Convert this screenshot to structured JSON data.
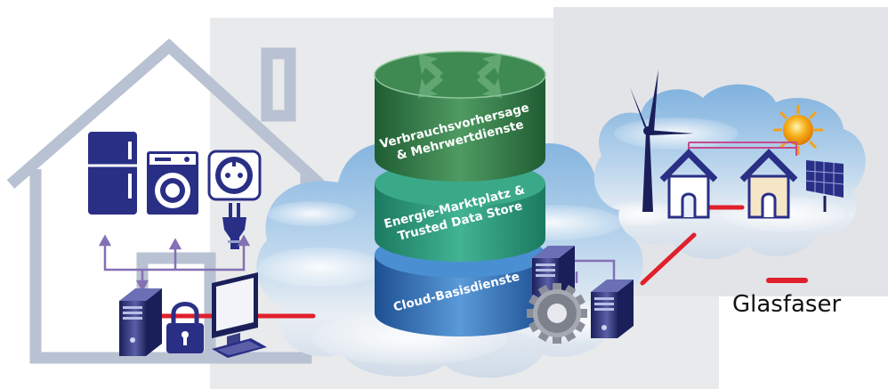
{
  "stack": {
    "layers": [
      {
        "id": "top",
        "lines": [
          "Verbrauchsvorhersage",
          "& Mehrwertdienste"
        ],
        "color": "#2f7a45"
      },
      {
        "id": "middle",
        "lines": [
          "Energie-Marktplatz &",
          "Trusted Data Store"
        ],
        "color": "#2d9a7c"
      },
      {
        "id": "bottom",
        "lines": [
          "Cloud-Basisdienste"
        ],
        "color": "#2f6fb8"
      }
    ]
  },
  "legend": {
    "label": "Glasfaser",
    "line_color": "#e0202c"
  },
  "colors": {
    "house_outline": "#b9c2d2",
    "panel_gray": "#e2e3e6",
    "appliance_navy": "#2a2f86",
    "connector_purple": "#8470b4",
    "fiber_red": "#e0202c",
    "cloud_sky": "#9fc3e2"
  },
  "icons": [
    "house-outline-icon",
    "fridge-icon",
    "washing-machine-icon",
    "power-socket-icon",
    "plug-icon",
    "server-icon",
    "padlock-icon",
    "computer-monitor-icon",
    "keyboard-icon",
    "gear-icon",
    "wind-turbine-icon",
    "sun-icon",
    "solar-panel-icon",
    "home-icon"
  ]
}
